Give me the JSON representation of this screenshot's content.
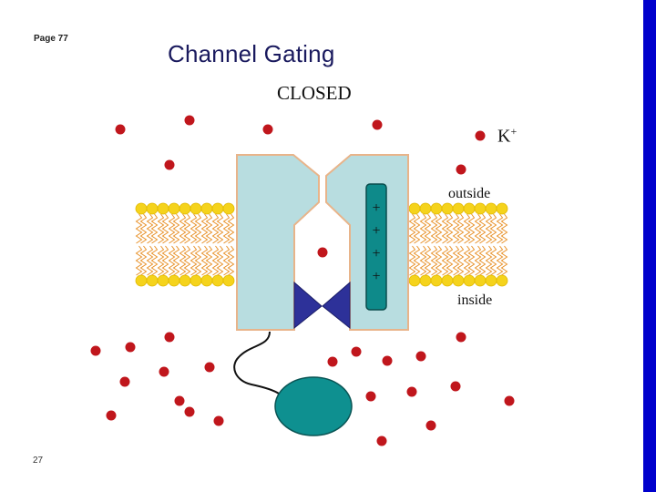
{
  "page_label": "Page 77",
  "title": "Channel Gating",
  "state_label": "CLOSED",
  "ion_label": "K",
  "ion_charge": "+",
  "outside_label": "outside",
  "inside_label": "inside",
  "slide_number": "27",
  "sensor_charges": [
    "+",
    "+",
    "+",
    "+"
  ],
  "colors": {
    "ion": "#c0161c",
    "channel_fill": "#b8dde0",
    "channel_stroke": "#e8b48a",
    "lipid_head": "#f5d31c",
    "lipid_tail": "#e8922a",
    "gate": "#2d3199",
    "sensor": "#0e8a8a",
    "ball": "#0e9090",
    "side_bar": "#0000cc"
  }
}
